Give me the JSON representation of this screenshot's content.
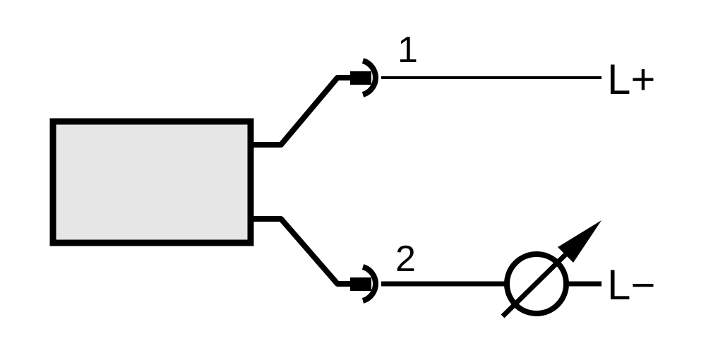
{
  "labels": {
    "pin1": "1",
    "pin2": "2",
    "supply_positive": "L+",
    "supply_negative": "L−"
  },
  "colors": {
    "line": "#000000",
    "body_fill": "#e6e6e6",
    "background": "#ffffff"
  }
}
